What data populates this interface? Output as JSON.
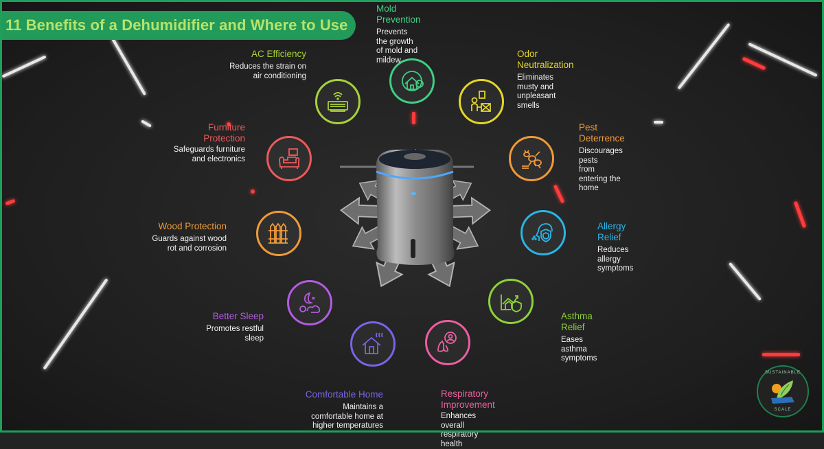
{
  "title": "11 Benefits of a Dehumidifier and Where to Use",
  "colors": {
    "frame": "#1fa05a",
    "title_bg": "#229a59",
    "title_text": "#b6e36a",
    "background": "#232323"
  },
  "center": {
    "icon": "dehumidifier-device",
    "arrows": 12
  },
  "benefits": [
    {
      "id": "mold",
      "title": "Mold Prevention",
      "desc": "Prevents the growth of mold and mildew",
      "icon": "house-globe-mold-icon",
      "color": "#3fcf84"
    },
    {
      "id": "odor",
      "title": "Odor Neutralization",
      "desc": "Eliminates musty and unpleasant smells",
      "icon": "person-odor-box-icon",
      "color": "#e4d628"
    },
    {
      "id": "pest",
      "title": "Pest Deterrence",
      "desc": "Discourages pests from entering the home",
      "icon": "ant-bug-icon",
      "color": "#ee9a3a"
    },
    {
      "id": "allergy",
      "title": "Allergy Relief",
      "desc": "Reduces allergy symptoms",
      "icon": "head-shield-icon",
      "color": "#2bb4e6"
    },
    {
      "id": "asthma",
      "title": "Asthma Relief",
      "desc": "Eases asthma symptoms",
      "icon": "house-shield-chart-icon",
      "color": "#8ed13a"
    },
    {
      "id": "respiratory",
      "title": "Respiratory Improvement",
      "desc": "Enhances overall respiratory health",
      "icon": "lungs-person-icon",
      "color": "#ea5fa0"
    },
    {
      "id": "comfort",
      "title": "Comfortable Home",
      "desc": "Maintains a comfortable home at higher temperatures",
      "icon": "house-heat-icon",
      "color": "#7c62e6"
    },
    {
      "id": "sleep",
      "title": "Better Sleep",
      "desc": "Promotes restful sleep",
      "icon": "moon-sleeping-person-icon",
      "color": "#b35ce0"
    },
    {
      "id": "wood",
      "title": "Wood Protection",
      "desc": "Guards against wood rot and corrosion",
      "icon": "fence-icon",
      "color": "#ee9a3a"
    },
    {
      "id": "furniture",
      "title": "Furniture Protection",
      "desc": "Safeguards furniture and electronics",
      "icon": "sofa-tv-icon",
      "color": "#ec5a5a"
    },
    {
      "id": "ac",
      "title": "AC Efficiency",
      "desc": "Reduces the strain on air conditioning",
      "icon": "air-conditioner-icon",
      "color": "#a7d23a"
    }
  ],
  "labels": {
    "mold": {
      "title": "Mold Prevention",
      "d1": "Prevents the growth",
      "d2": "of mold and mildew"
    },
    "odor": {
      "title": "Odor Neutralization",
      "d1": "Eliminates musty and",
      "d2": "unpleasant smells"
    },
    "pest": {
      "title": "Pest Deterrence",
      "d1": "Discourages pests",
      "d2": "from entering the",
      "d3": "home"
    },
    "allergy": {
      "title": "Allergy Relief",
      "d1": "Reduces allergy",
      "d2": "symptoms"
    },
    "asthma": {
      "title": "Asthma Relief",
      "d1": "Eases asthma",
      "d2": "symptoms"
    },
    "respiratory": {
      "t1": "Respiratory",
      "t2": "Improvement",
      "d1": "Enhances overall",
      "d2": "respiratory health"
    },
    "comfort": {
      "title": "Comfortable Home",
      "d1": "Maintains a",
      "d2": "comfortable home at",
      "d3": "higher temperatures"
    },
    "sleep": {
      "title": "Better Sleep",
      "d1": "Promotes restful",
      "d2": "sleep"
    },
    "wood": {
      "title": "Wood Protection",
      "d1": "Guards against wood",
      "d2": "rot and corrosion"
    },
    "furniture": {
      "t1": "Furniture",
      "t2": "Protection",
      "d1": "Safeguards furniture",
      "d2": "and electronics"
    },
    "ac": {
      "title": "AC Efficiency",
      "d1": "Reduces the strain on",
      "d2": "air conditioning"
    }
  },
  "logo": {
    "top": "SUSTAINABLE",
    "bottom": "SCALE"
  }
}
